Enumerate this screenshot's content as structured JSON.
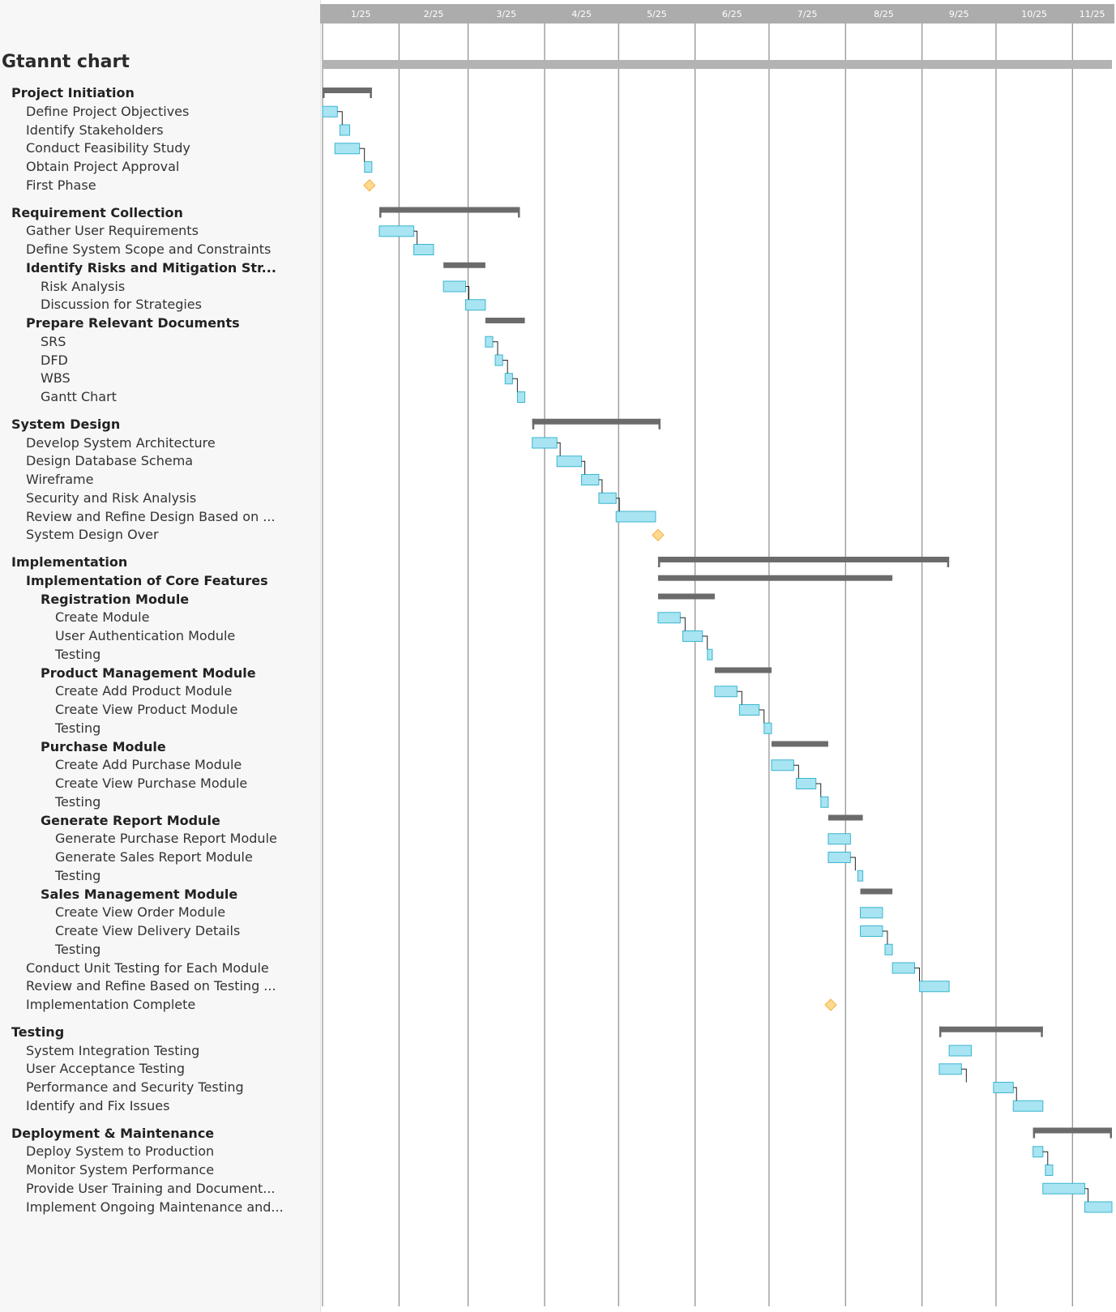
{
  "chart_data": {
    "type": "gantt",
    "title": "Gtannt chart",
    "x_axis_ticks": [
      "1/25",
      "2/25",
      "3/25",
      "4/25",
      "5/25",
      "6/25",
      "7/25",
      "8/25",
      "9/25",
      "10/25",
      "11/25"
    ],
    "x_range": [
      "2025-01-01",
      "2025-11-17"
    ],
    "colors": {
      "task_fill": "#a8e4f2",
      "task_border": "#3bb6cf",
      "summary_bar": "#6b6b6b",
      "milestone_fill": "#ffd98e",
      "milestone_border": "#f0b24a",
      "header_bg": "#acacac",
      "gridline": "#8c8c8c",
      "project_bar": "#b3b3b3",
      "dependency_line": "#222222",
      "conflict_line": "#e03030"
    },
    "project_bar": {
      "start": "2025-01-01",
      "end": "2025-11-17"
    },
    "rows": [
      {
        "label": "Project Initiation",
        "level": 0,
        "kind": "summary",
        "start": "2025-01-01",
        "end": "2025-01-21"
      },
      {
        "label": "Define Project Objectives",
        "level": 1,
        "kind": "task",
        "start": "2025-01-01",
        "end": "2025-01-07"
      },
      {
        "label": "Identify Stakeholders",
        "level": 1,
        "kind": "task",
        "start": "2025-01-08",
        "end": "2025-01-12"
      },
      {
        "label": "Conduct Feasibility Study",
        "level": 1,
        "kind": "task",
        "start": "2025-01-06",
        "end": "2025-01-16"
      },
      {
        "label": "Obtain Project Approval",
        "level": 1,
        "kind": "task",
        "start": "2025-01-18",
        "end": "2025-01-21"
      },
      {
        "label": "First Phase",
        "level": 1,
        "kind": "milestone",
        "start": "2025-01-20"
      },
      {
        "gap": true
      },
      {
        "label": "Requirement Collection",
        "level": 0,
        "kind": "summary",
        "start": "2025-01-24",
        "end": "2025-03-22"
      },
      {
        "label": "Gather User Requirements",
        "level": 1,
        "kind": "task",
        "start": "2025-01-24",
        "end": "2025-02-07"
      },
      {
        "label": "Define System Scope and Constraints",
        "level": 1,
        "kind": "task",
        "start": "2025-02-07",
        "end": "2025-02-15"
      },
      {
        "label": "Identify Risks and Mitigation Str...",
        "level": 1,
        "kind": "summary",
        "start": "2025-02-19",
        "end": "2025-03-08"
      },
      {
        "label": "Risk Analysis",
        "level": 2,
        "kind": "task",
        "start": "2025-02-19",
        "end": "2025-02-28"
      },
      {
        "label": "Discussion for Strategies",
        "level": 2,
        "kind": "task",
        "start": "2025-02-28",
        "end": "2025-03-08"
      },
      {
        "label": "Prepare Relevant Documents",
        "level": 1,
        "kind": "summary",
        "start": "2025-03-08",
        "end": "2025-03-24"
      },
      {
        "label": "SRS",
        "level": 2,
        "kind": "task",
        "start": "2025-03-08",
        "end": "2025-03-11"
      },
      {
        "label": "DFD",
        "level": 2,
        "kind": "task",
        "start": "2025-03-12",
        "end": "2025-03-15"
      },
      {
        "label": "WBS",
        "level": 2,
        "kind": "task",
        "start": "2025-03-16",
        "end": "2025-03-19"
      },
      {
        "label": "Gantt Chart",
        "level": 2,
        "kind": "task",
        "start": "2025-03-21",
        "end": "2025-03-24"
      },
      {
        "gap": true
      },
      {
        "label": "System Design",
        "level": 0,
        "kind": "summary",
        "start": "2025-03-27",
        "end": "2025-05-18"
      },
      {
        "label": "Develop System Architecture",
        "level": 1,
        "kind": "task",
        "start": "2025-03-27",
        "end": "2025-04-06"
      },
      {
        "label": "Design Database Schema",
        "level": 1,
        "kind": "task",
        "start": "2025-04-06",
        "end": "2025-04-16"
      },
      {
        "label": "Wireframe",
        "level": 1,
        "kind": "task",
        "start": "2025-04-16",
        "end": "2025-04-23"
      },
      {
        "label": "Security and Risk Analysis",
        "level": 1,
        "kind": "task",
        "start": "2025-04-23",
        "end": "2025-04-30"
      },
      {
        "label": "Review and Refine Design Based on ...",
        "level": 1,
        "kind": "task",
        "start": "2025-04-30",
        "end": "2025-05-16"
      },
      {
        "label": "System Design Over",
        "level": 1,
        "kind": "milestone",
        "start": "2025-05-17"
      },
      {
        "gap": true
      },
      {
        "label": "Implementation",
        "level": 0,
        "kind": "summary",
        "start": "2025-05-17",
        "end": "2025-09-12"
      },
      {
        "label": "Implementation of Core Features",
        "level": 1,
        "kind": "summary",
        "start": "2025-05-17",
        "end": "2025-08-20"
      },
      {
        "label": "Registration Module",
        "level": 2,
        "kind": "summary",
        "start": "2025-05-17",
        "end": "2025-06-09"
      },
      {
        "label": "Create Module",
        "level": 3,
        "kind": "task",
        "start": "2025-05-17",
        "end": "2025-05-26"
      },
      {
        "label": "User Authentication Module",
        "level": 3,
        "kind": "task",
        "start": "2025-05-27",
        "end": "2025-06-04"
      },
      {
        "label": "Testing",
        "level": 3,
        "kind": "task",
        "start": "2025-06-06",
        "end": "2025-06-08"
      },
      {
        "label": "Product Management Module",
        "level": 2,
        "kind": "summary",
        "start": "2025-06-09",
        "end": "2025-07-02"
      },
      {
        "label": "Create Add Product Module",
        "level": 3,
        "kind": "task",
        "start": "2025-06-09",
        "end": "2025-06-18"
      },
      {
        "label": "Create View Product Module",
        "level": 3,
        "kind": "task",
        "start": "2025-06-19",
        "end": "2025-06-27"
      },
      {
        "label": "Testing",
        "level": 3,
        "kind": "task",
        "start": "2025-06-29",
        "end": "2025-07-02"
      },
      {
        "label": "Purchase Module",
        "level": 2,
        "kind": "summary",
        "start": "2025-07-02",
        "end": "2025-07-25"
      },
      {
        "label": "Create Add Purchase Module",
        "level": 3,
        "kind": "task",
        "start": "2025-07-02",
        "end": "2025-07-11"
      },
      {
        "label": "Create View Purchase Module",
        "level": 3,
        "kind": "task",
        "start": "2025-07-12",
        "end": "2025-07-20"
      },
      {
        "label": "Testing",
        "level": 3,
        "kind": "task",
        "start": "2025-07-22",
        "end": "2025-07-25"
      },
      {
        "label": "Generate Report Module",
        "level": 2,
        "kind": "summary",
        "start": "2025-07-25",
        "end": "2025-08-08"
      },
      {
        "label": "Generate Purchase Report Module",
        "level": 3,
        "kind": "task",
        "start": "2025-07-25",
        "end": "2025-08-03"
      },
      {
        "label": "Generate Sales Report Module",
        "level": 3,
        "kind": "task",
        "start": "2025-07-25",
        "end": "2025-08-03"
      },
      {
        "label": "Testing",
        "level": 3,
        "kind": "task",
        "start": "2025-08-06",
        "end": "2025-08-08"
      },
      {
        "label": "Sales Management Module",
        "level": 2,
        "kind": "summary",
        "start": "2025-08-07",
        "end": "2025-08-20"
      },
      {
        "label": "Create View Order Module",
        "level": 3,
        "kind": "task",
        "start": "2025-08-07",
        "end": "2025-08-16"
      },
      {
        "label": "Create View Delivery Details",
        "level": 3,
        "kind": "task",
        "start": "2025-08-07",
        "end": "2025-08-16"
      },
      {
        "label": "Testing",
        "level": 3,
        "kind": "task",
        "start": "2025-08-17",
        "end": "2025-08-20"
      },
      {
        "label": "Conduct Unit Testing for Each Module",
        "level": 1,
        "kind": "task",
        "start": "2025-08-20",
        "end": "2025-08-29"
      },
      {
        "label": "Review and Refine Based on Testing ...",
        "level": 1,
        "kind": "task",
        "start": "2025-08-31",
        "end": "2025-09-12"
      },
      {
        "label": "Implementation Complete",
        "level": 1,
        "kind": "milestone",
        "start": "2025-07-26"
      },
      {
        "gap": true
      },
      {
        "label": "Testing",
        "level": 0,
        "kind": "summary",
        "start": "2025-09-08",
        "end": "2025-10-20"
      },
      {
        "label": "System Integration Testing",
        "level": 1,
        "kind": "task",
        "start": "2025-09-12",
        "end": "2025-09-21"
      },
      {
        "label": "User Acceptance Testing",
        "level": 1,
        "kind": "task",
        "start": "2025-09-08",
        "end": "2025-09-17"
      },
      {
        "label": "Performance and Security Testing",
        "level": 1,
        "kind": "task",
        "start": "2025-09-30",
        "end": "2025-10-08"
      },
      {
        "label": "Identify and Fix Issues",
        "level": 1,
        "kind": "task",
        "start": "2025-10-08",
        "end": "2025-10-20"
      },
      {
        "gap": true
      },
      {
        "label": "Deployment & Maintenance",
        "level": 0,
        "kind": "summary",
        "start": "2025-10-16",
        "end": "2025-11-17"
      },
      {
        "label": "Deploy System to Production",
        "level": 1,
        "kind": "task",
        "start": "2025-10-16",
        "end": "2025-10-20"
      },
      {
        "label": "Monitor System Performance",
        "level": 1,
        "kind": "task",
        "start": "2025-10-21",
        "end": "2025-10-24"
      },
      {
        "label": "Provide User Training and Document...",
        "level": 1,
        "kind": "task",
        "start": "2025-10-20",
        "end": "2025-11-06"
      },
      {
        "label": "Implement Ongoing Maintenance and...",
        "level": 1,
        "kind": "task",
        "start": "2025-11-06",
        "end": "2025-11-17"
      }
    ]
  }
}
